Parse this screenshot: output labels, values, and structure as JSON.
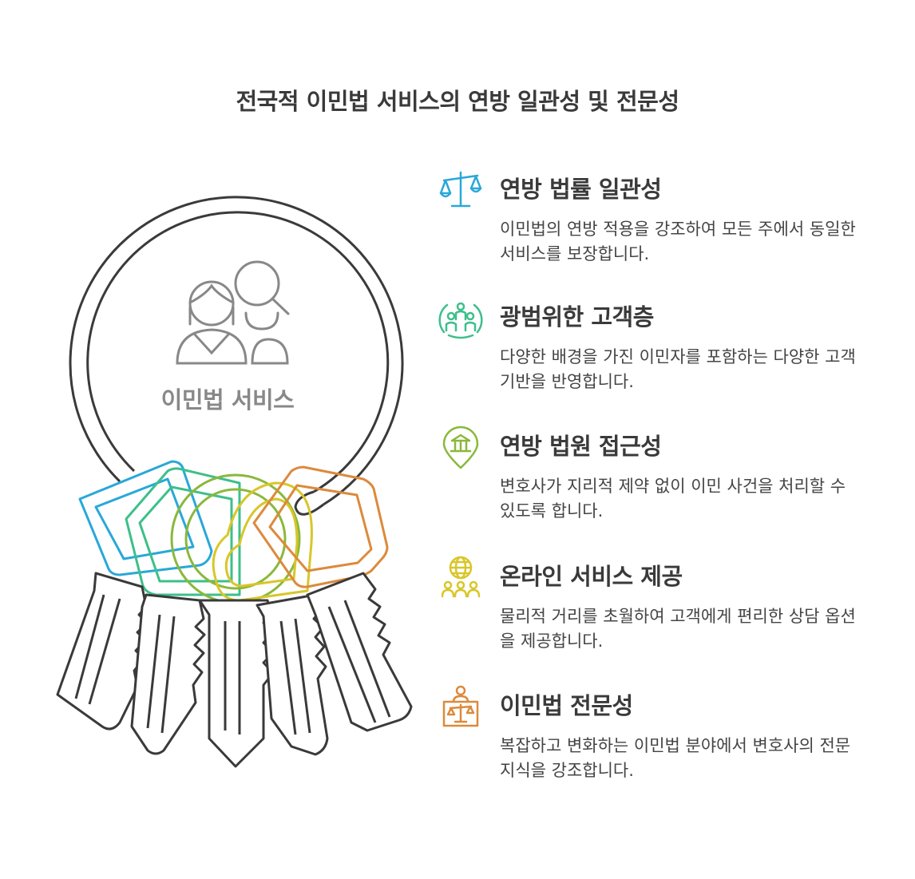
{
  "title": "전국적 이민법 서비스의 연방 일관성 및 전문성",
  "center": {
    "label": "이민법 서비스",
    "icon": "people-search-icon"
  },
  "items": [
    {
      "heading": "연방 법률 일관성",
      "desc": "이민법의 연방 적용을 강조하여 모든 주에서 동일한 서비스를 보장합니다.",
      "icon": "scales-icon",
      "color": "#29a8d8"
    },
    {
      "heading": "광범위한 고객층",
      "desc": "다양한 배경을 가진 이민자를 포함하는 다양한 고객 기반을 반영합니다.",
      "icon": "diverse-people-icon",
      "color": "#3dbf8a"
    },
    {
      "heading": "연방 법원 접근성",
      "desc": "변호사가 지리적 제약 없이 이민 사건을 처리할 수 있도록 합니다.",
      "icon": "courthouse-pin-icon",
      "color": "#8ab83c"
    },
    {
      "heading": "온라인 서비스 제공",
      "desc": "물리적 거리를 초월하여 고객에게 편리한 상담 옵션을 제공합니다.",
      "icon": "globe-people-icon",
      "color": "#d9c62a"
    },
    {
      "heading": "이민법 전문성",
      "desc": "복잡하고 변화하는 이민법 분야에서 변호사의 전문 지식을 강조합니다.",
      "icon": "lawyer-podium-icon",
      "color": "#dc8a3c"
    }
  ]
}
